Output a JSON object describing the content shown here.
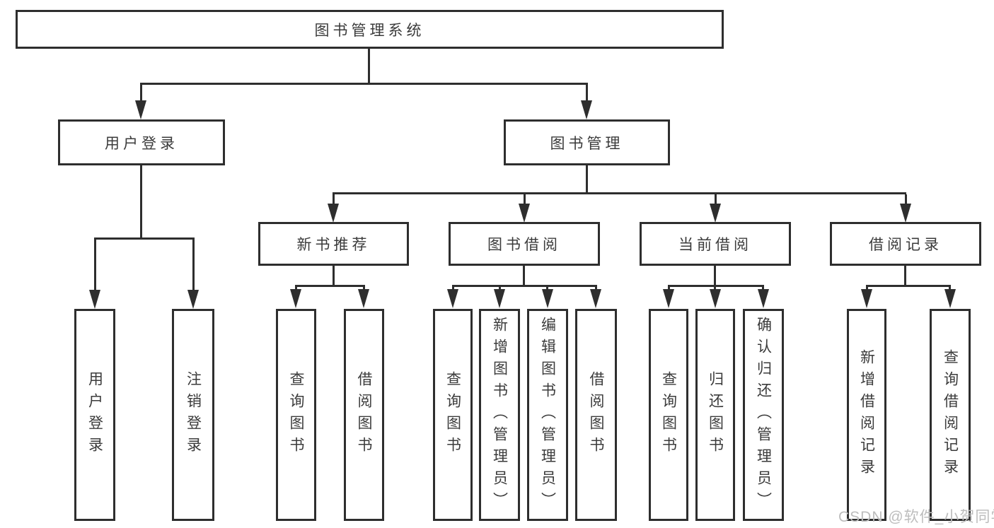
{
  "diagram": {
    "root": {
      "label": "图书管理系统",
      "children": [
        {
          "label": "用户登录",
          "children": [
            {
              "label": "用户登录"
            },
            {
              "label": "注销登录"
            }
          ]
        },
        {
          "label": "图书管理",
          "children": [
            {
              "label": "新书推荐",
              "children": [
                {
                  "label": "查询图书"
                },
                {
                  "label": "借阅图书"
                }
              ]
            },
            {
              "label": "图书借阅",
              "children": [
                {
                  "label": "查询图书"
                },
                {
                  "label": "新增图书（管理员）"
                },
                {
                  "label": "编辑图书（管理员）"
                },
                {
                  "label": "借阅图书"
                }
              ]
            },
            {
              "label": "当前借阅",
              "children": [
                {
                  "label": "查询图书"
                },
                {
                  "label": "归还图书"
                },
                {
                  "label": "确认归还（管理员）"
                }
              ]
            },
            {
              "label": "借阅记录",
              "children": [
                {
                  "label": "新增借阅记录"
                },
                {
                  "label": "查询借阅记录"
                }
              ]
            }
          ]
        }
      ]
    }
  },
  "watermark": {
    "text": "CSDN @软件_小贺同学"
  },
  "colors": {
    "line": "#2e2e2e",
    "text": "#3b3b3b",
    "watermark": "#bdbdbd",
    "background": "#ffffff"
  }
}
